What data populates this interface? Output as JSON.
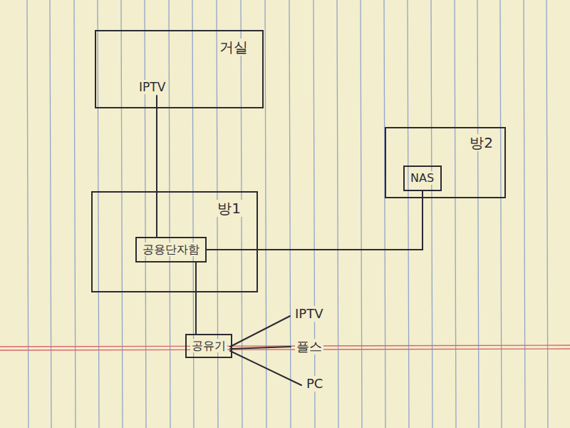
{
  "diagram": {
    "nodes": [
      {
        "text": [
          "거실",
          "IPTV"
        ]
      },
      {
        "text": [
          "방1"
        ]
      },
      {
        "text": [
          "공용단자함"
        ],
        "in": 1
      },
      {
        "text": [
          "방2"
        ]
      },
      {
        "text": [
          "NAS"
        ],
        "in": 3
      },
      {
        "text": [
          "공유기"
        ]
      }
    ],
    "edges": [
      {
        "from": 0,
        "to": 2,
        "arrow": "none"
      },
      {
        "from": 2,
        "to": 4,
        "arrow": "none"
      },
      {
        "from": 2,
        "to": 5,
        "arrow": "none"
      }
    ],
    "labels": [
      "IPTV",
      "플스",
      "PC"
    ]
  }
}
